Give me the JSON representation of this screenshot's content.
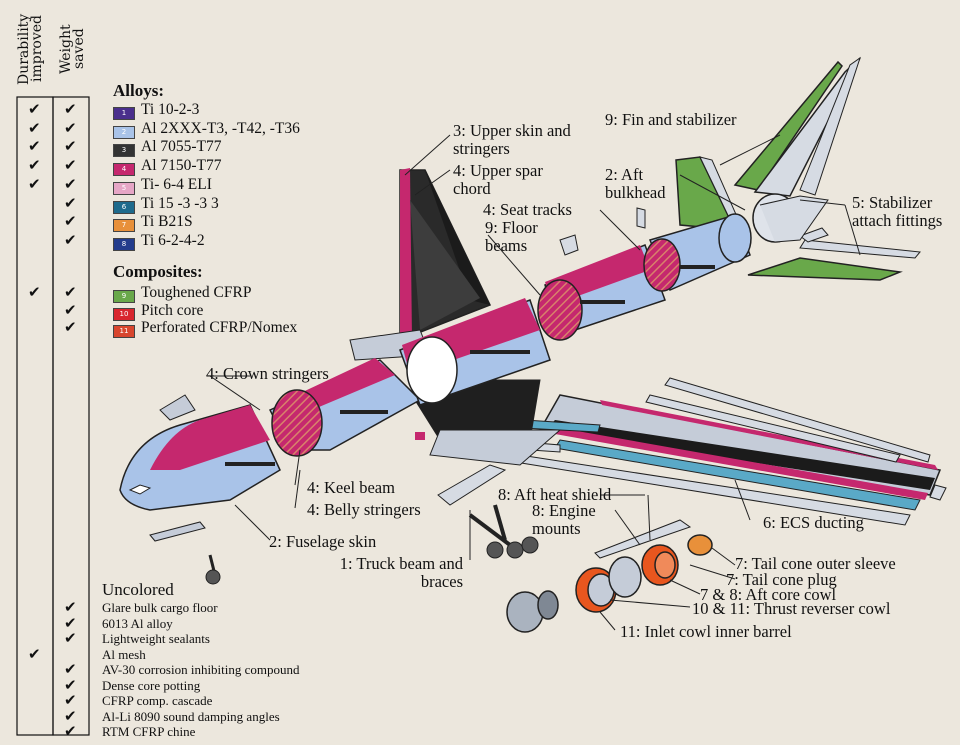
{
  "headers": {
    "durability": "Durability improved",
    "weight": "Weight saved"
  },
  "alloys_heading": "Alloys:",
  "alloys": [
    {
      "num": "1",
      "label": "Ti 10-2-3",
      "color": "#4a2f8c",
      "dur": true,
      "wt": true
    },
    {
      "num": "2",
      "label": "Al 2XXX-T3, -T42, -T36",
      "color": "#a9c3e8",
      "dur": true,
      "wt": true
    },
    {
      "num": "3",
      "label": "Al 7055-T77",
      "color": "#333333",
      "dur": true,
      "wt": true
    },
    {
      "num": "4",
      "label": "Al 7150-T77",
      "color": "#c5286e",
      "dur": true,
      "wt": true
    },
    {
      "num": "5",
      "label": "Ti- 6-4 ELI",
      "color": "#e6a6c6",
      "dur": true,
      "wt": true
    },
    {
      "num": "6",
      "label": "Ti 15 -3 -3 3",
      "color": "#1e6a8c",
      "dur": false,
      "wt": true
    },
    {
      "num": "7",
      "label": "Ti  B21S",
      "color": "#e8903a",
      "dur": false,
      "wt": true
    },
    {
      "num": "8",
      "label": "Ti 6-2-4-2",
      "color": "#233c8c",
      "dur": false,
      "wt": true
    }
  ],
  "composites_heading": "Composites:",
  "composites": [
    {
      "num": "9",
      "label": "Toughened CFRP",
      "color": "#69a84a",
      "dur": true,
      "wt": true
    },
    {
      "num": "10",
      "label": "Pitch core",
      "color": "#d8262e",
      "dur": false,
      "wt": true
    },
    {
      "num": "11",
      "label": "Perforated CFRP/Nomex",
      "color": "#d8462e",
      "dur": false,
      "wt": true
    }
  ],
  "uncolored_heading": "Uncolored",
  "uncolored": [
    {
      "label": "Glare bulk cargo floor",
      "dur": false,
      "wt": true
    },
    {
      "label": "6013 Al alloy",
      "dur": false,
      "wt": true
    },
    {
      "label": "Lightweight sealants",
      "dur": false,
      "wt": true
    },
    {
      "label": "Al mesh",
      "dur": true,
      "wt": false
    },
    {
      "label": "AV-30 corrosion inhibiting compound",
      "dur": false,
      "wt": true
    },
    {
      "label": "Dense core potting",
      "dur": false,
      "wt": true
    },
    {
      "label": "CFRP comp. cascade",
      "dur": false,
      "wt": true
    },
    {
      "label": "Al-Li 8090 sound damping angles",
      "dur": false,
      "wt": true
    },
    {
      "label": "RTM CFRP chine",
      "dur": false,
      "wt": true
    }
  ],
  "check_mark": "✔",
  "callouts": {
    "fin": "9: Fin and stabilizer",
    "upper_skin": "3: Upper skin and stringers",
    "upper_spar": "4: Upper spar chord",
    "aft_bulkhead": "2: Aft bulkhead",
    "seat_tracks": "4: Seat tracks",
    "floor_beams": "9: Floor beams",
    "stab_attach": "5: Stabilizer attach fittings",
    "crown": "4: Crown stringers",
    "keel": "4: Keel beam",
    "belly": "4: Belly stringers",
    "fuselage_skin": "2: Fuselage skin",
    "aft_heat": "8: Aft heat shield",
    "engine_mounts": "8: Engine mounts",
    "ecs": "6: ECS ducting",
    "truck": "1: Truck beam and braces",
    "tail_sleeve": "7: Tail cone outer sleeve",
    "tail_plug": "7: Tail cone plug",
    "aft_core": "7 & 8: Aft core cowl",
    "thrust_rev": "10 & 11: Thrust reverser cowl",
    "inlet": "11: Inlet cowl inner barrel"
  }
}
